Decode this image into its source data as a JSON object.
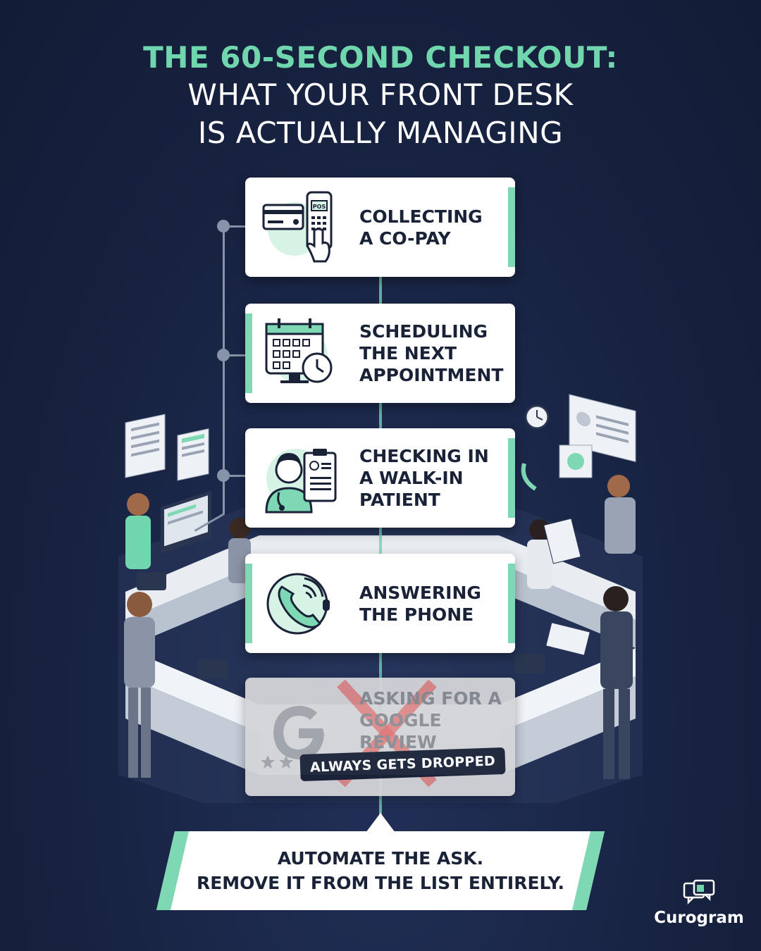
{
  "title": {
    "line1": "THE 60-SECOND CHECKOUT:",
    "line2": "WHAT YOUR FRONT DESK",
    "line3": "IS ACTUALLY MANAGING"
  },
  "tasks": [
    {
      "label": "COLLECTING\nA CO-PAY",
      "icon": "pos-terminal-icon"
    },
    {
      "label": "SCHEDULING\nTHE NEXT\nAPPOINTMENT",
      "icon": "calendar-clock-icon"
    },
    {
      "label": "CHECKING IN\nA WALK-IN\nPATIENT",
      "icon": "nurse-clipboard-icon"
    },
    {
      "label": "ANSWERING\nTHE PHONE",
      "icon": "phone-icon"
    }
  ],
  "dropped_task": {
    "label": "ASKING FOR A\nGOOGLE REVIEW",
    "icon": "google-g-icon",
    "badge": "ALWAYS GETS DROPPED"
  },
  "cta": {
    "line1": "AUTOMATE THE ASK.",
    "line2": "REMOVE IT FROM THE LIST ENTIRELY."
  },
  "brand": {
    "name": "Curogram",
    "icon": "chat-bubbles-icon"
  },
  "icon_text": {
    "pos": "POS"
  },
  "colors": {
    "background": "#172240",
    "accent": "#6fd6ae",
    "card": "#ffffff",
    "dark_text": "#1a2238"
  }
}
